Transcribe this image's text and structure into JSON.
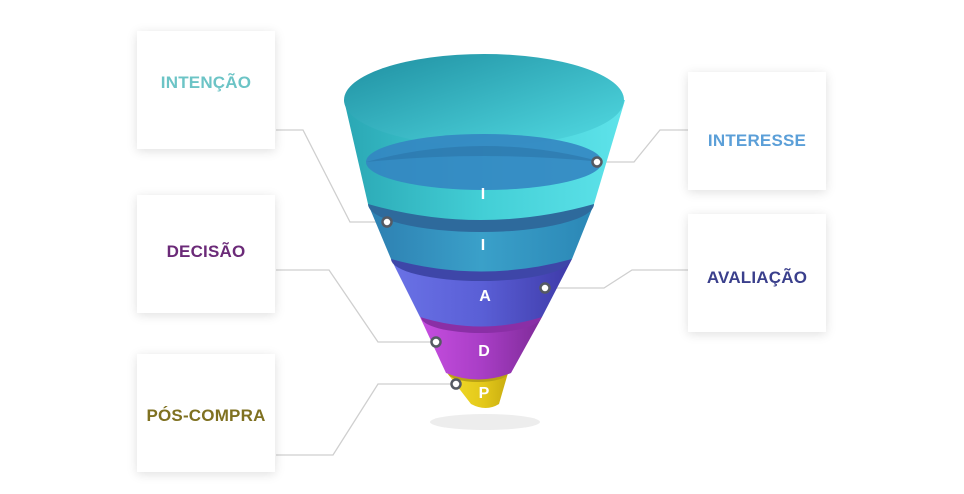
{
  "stages": {
    "intencao": {
      "label": "INTENÇÃO"
    },
    "decisao": {
      "label": "DECISÃO"
    },
    "poscompra": {
      "label": "PÓS-COMPRA"
    },
    "interesse": {
      "label": "INTERESSE"
    },
    "avaliacao": {
      "label": "AVALIAÇÃO"
    }
  },
  "funnel": {
    "letters": [
      "I",
      "I",
      "A",
      "D",
      "P"
    ]
  },
  "colors": {
    "intencao": "#6cc4c6",
    "decisao": "#6b2a78",
    "poscompra": "#7f7121",
    "interesse": "#5b9fd8",
    "avaliacao": "#3a3f8c"
  }
}
